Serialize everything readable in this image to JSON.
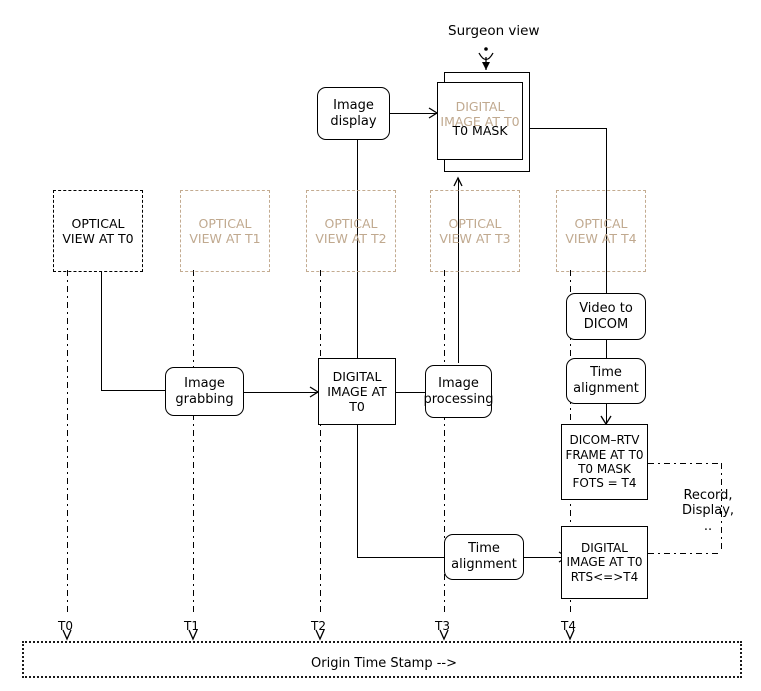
{
  "diagram": {
    "title_note": "Surgeon view",
    "origin_time_stamp_label": "Origin Time Stamp -->",
    "record_display_label": "Record,\nDisplay,\n..",
    "optical_views": [
      {
        "id": "t0",
        "label": "OPTICAL\nVIEW AT T0",
        "style": "dark"
      },
      {
        "id": "t1",
        "label": "OPTICAL\nVIEW AT T1",
        "style": "tan"
      },
      {
        "id": "t2",
        "label": "OPTICAL\nVIEW AT T2",
        "style": "tan"
      },
      {
        "id": "t3",
        "label": "OPTICAL\nVIEW AT T3",
        "style": "tan"
      },
      {
        "id": "t4",
        "label": "OPTICAL\nVIEW AT T4",
        "style": "tan"
      }
    ],
    "nodes": {
      "image_display": "Image\ndisplay",
      "surgeon_stack_faded": "DIGITAL\nIMAGE AT T0",
      "surgeon_stack_front": "T0 MASK",
      "image_grabbing": "Image\ngrabbing",
      "digital_image_t0": "DIGITAL\nIMAGE AT T0",
      "image_processing": "Image\nprocessing",
      "video_to_dicom": "Video to\nDICOM",
      "time_alignment_top": "Time\nalignment",
      "time_alignment_bottom": "Time\nalignment",
      "dicom_rtv_frame": "DICOM–RTV\nFRAME AT T0\nT0 MASK\nFOTS = T4",
      "digital_image_rts": "DIGITAL\nIMAGE AT T0\nRTS<=>T4"
    },
    "time_marks": [
      "T0",
      "T1",
      "T2",
      "T3",
      "T4"
    ],
    "colors": {
      "line": "#000000",
      "faded": "#c0a98f",
      "faded_border": "#c3ab90",
      "background": "#ffffff"
    }
  }
}
